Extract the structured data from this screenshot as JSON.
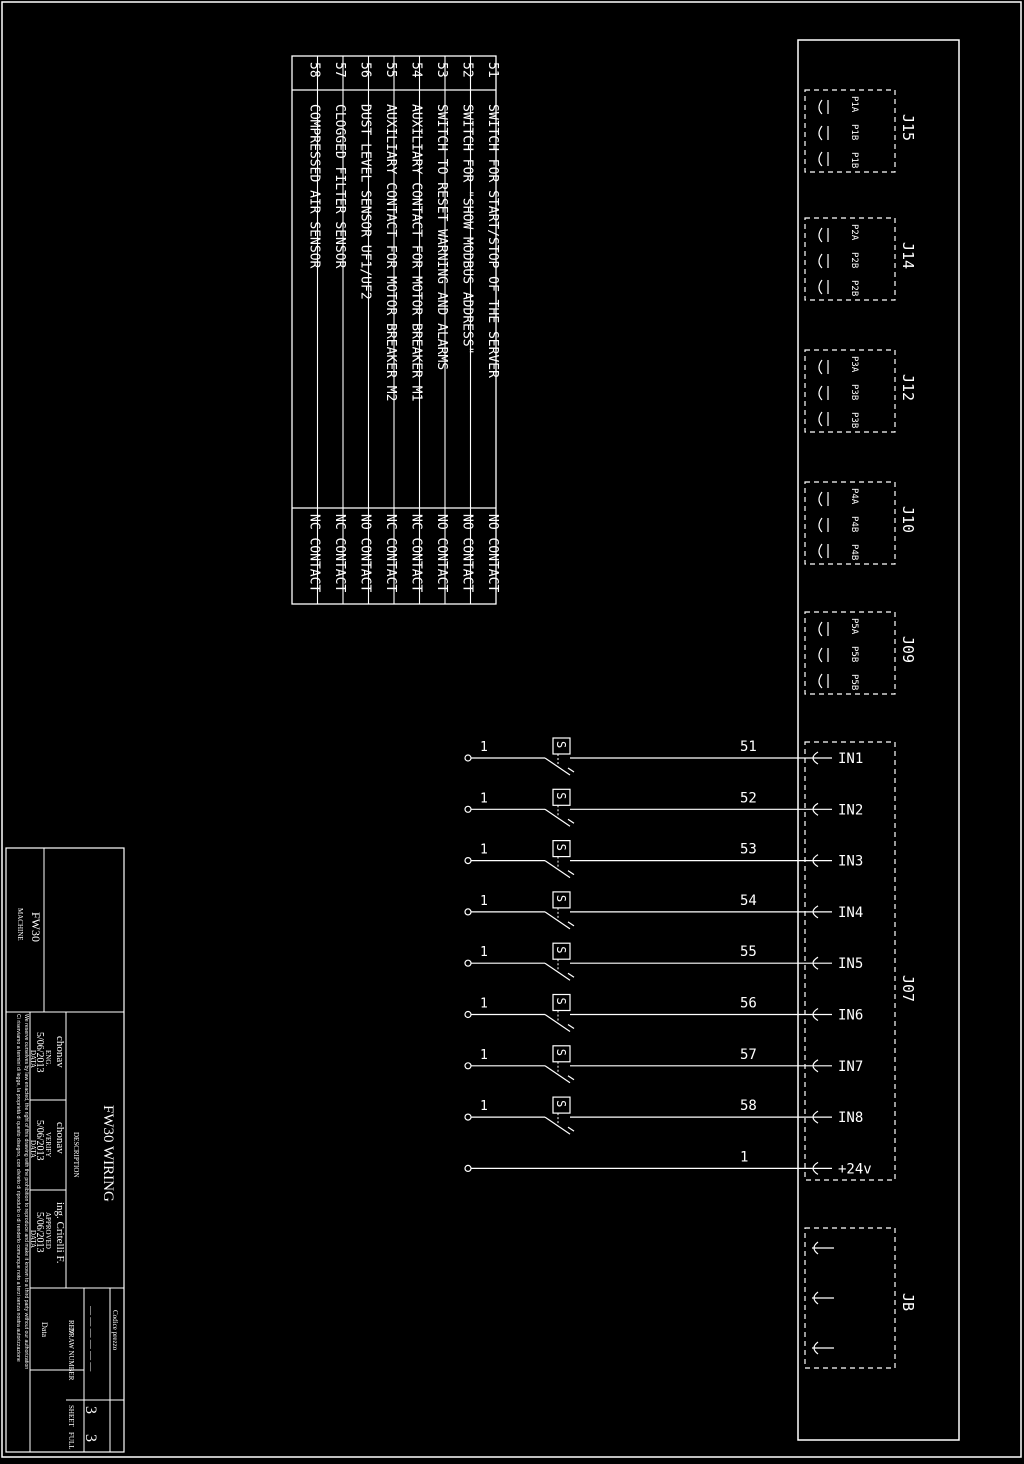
{
  "connectors_top": [
    {
      "id": "J15",
      "pins": [
        "P1A",
        "P1B",
        "P1B"
      ]
    },
    {
      "id": "J14",
      "pins": [
        "P2A",
        "P2B",
        "P2B"
      ]
    },
    {
      "id": "J12",
      "pins": [
        "P3A",
        "P3B",
        "P3B"
      ]
    },
    {
      "id": "J10",
      "pins": [
        "P4A",
        "P4B",
        "P4B"
      ]
    },
    {
      "id": "J09",
      "pins": [
        "P5A",
        "P5B",
        "P5B"
      ]
    }
  ],
  "legend": [
    {
      "num": "51",
      "desc": "SWITCH FOR START/STOP OF THE SERVER",
      "type": "NO CONTACT"
    },
    {
      "num": "52",
      "desc": "SWITCH FOR \"SHOW MODBUS ADDRESS\"",
      "type": "NO CONTACT"
    },
    {
      "num": "53",
      "desc": "SWITCH TO RESET WARNING AND ALARMS",
      "type": "NO CONTACT"
    },
    {
      "num": "54",
      "desc": "AUXILIARY CONTACT FOR MOTOR BREAKER M1",
      "type": "NC CONTACT"
    },
    {
      "num": "55",
      "desc": "AUXILIARY CONTACT FOR MOTOR BREAKER M2",
      "type": "NC CONTACT"
    },
    {
      "num": "56",
      "desc": "DUST LEVEL SENSOR UF1/UF2",
      "type": "NO CONTACT"
    },
    {
      "num": "57",
      "desc": "CLOGGED FILTER SENSOR",
      "type": "NC CONTACT"
    },
    {
      "num": "58",
      "desc": "COMPRESSED AIR SENSOR",
      "type": "NC CONTACT"
    }
  ],
  "j07": {
    "id": "J07",
    "inputs": [
      {
        "pin": "IN1",
        "wire": "51",
        "common": "1"
      },
      {
        "pin": "IN2",
        "wire": "52",
        "common": "1"
      },
      {
        "pin": "IN3",
        "wire": "53",
        "common": "1"
      },
      {
        "pin": "IN4",
        "wire": "54",
        "common": "1"
      },
      {
        "pin": "IN5",
        "wire": "55",
        "common": "1"
      },
      {
        "pin": "IN6",
        "wire": "56",
        "common": "1"
      },
      {
        "pin": "IN7",
        "wire": "57",
        "common": "1"
      },
      {
        "pin": "IN8",
        "wire": "58",
        "common": "1"
      }
    ],
    "supply": {
      "pin": "+24v",
      "wire": "1"
    }
  },
  "jb": {
    "id": "JB"
  },
  "switch_symbol": "S",
  "title_block": {
    "machine_name": "FW30",
    "machine_label": "MACHINE",
    "description_label": "DESCRIPTION",
    "description": "FW30 WIRING",
    "eng_name": "chonav",
    "eng_label": "ENG.",
    "eng_date": "5/06/2013",
    "verify_name": "chonav",
    "verify_label": "VERIFY",
    "verify_date": "5/06/2013",
    "approved_name": "ing. Critelli F.",
    "approved_label": "APPROVED",
    "approved_date": "5/06/2013",
    "date_label": "DATA",
    "rev_label": "REV",
    "rev_date_label": "Data",
    "code_label": "Codice prezzo",
    "draw_number_label": "DRAW NUMBER",
    "draw_number": "— — — — — —",
    "sheet_label": "SHEET",
    "sheet": "3",
    "full_label": "FULL",
    "full": "3",
    "note_it": "Ci riserviamo a termini di legge, la proprietà di questo disegno, con divieto di riprodurlo o di renderlo comunque noto a terzi senza nostra autorizzazione",
    "note_en": "We reserve ourselves by law enacted, the right of this drawing with the prohibition to reproduce and make it known to a third party without our authorization"
  }
}
